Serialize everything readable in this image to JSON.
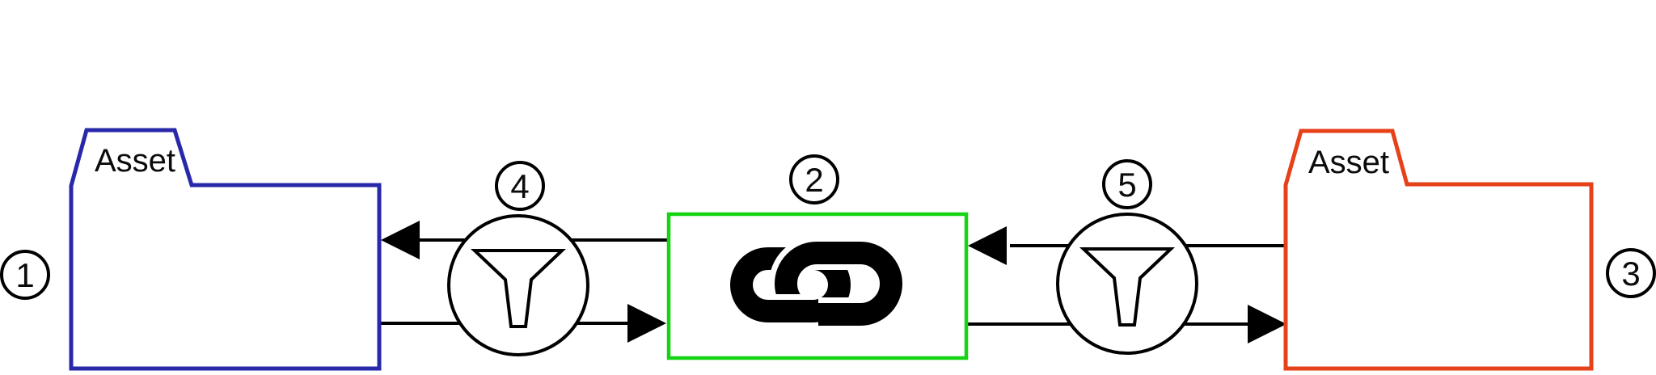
{
  "diagram": {
    "left_asset": {
      "label": "Asset",
      "badge": "1"
    },
    "left_filter": {
      "badge": "4",
      "icon": "funnel-icon"
    },
    "link_node": {
      "badge": "2",
      "icon": "chain-link-icon"
    },
    "right_filter": {
      "badge": "5",
      "icon": "funnel-icon"
    },
    "right_asset": {
      "label": "Asset",
      "badge": "3"
    },
    "colors": {
      "left_asset_stroke": "#2828aa",
      "right_asset_stroke": "#e64119",
      "link_box_stroke": "#14d414",
      "line": "#000000",
      "background": "#ffffff"
    }
  }
}
